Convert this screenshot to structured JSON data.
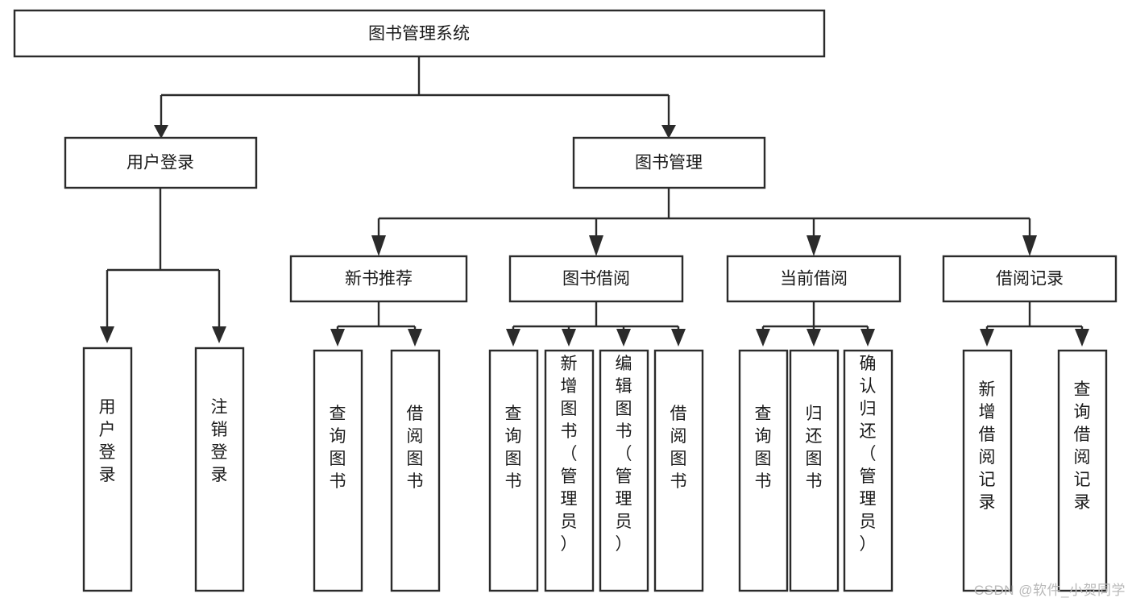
{
  "diagram": {
    "title": "图书管理系统",
    "type": "tree",
    "orientation": "top-down",
    "colors": {
      "box_stroke": "#2b2b2b",
      "box_fill": "#ffffff",
      "connector": "#2b2b2b",
      "text": "#1a1a1a",
      "watermark": "#b9b9b9",
      "background": "#ffffff"
    },
    "root": {
      "label": "图书管理系统"
    },
    "level2": [
      {
        "id": "user-login",
        "label": "用户登录"
      },
      {
        "id": "book-manage",
        "label": "图书管理"
      }
    ],
    "level3": [
      {
        "id": "new-book-recommend",
        "label": "新书推荐",
        "parent": "book-manage"
      },
      {
        "id": "book-borrow",
        "label": "图书借阅",
        "parent": "book-manage"
      },
      {
        "id": "current-borrow",
        "label": "当前借阅",
        "parent": "book-manage"
      },
      {
        "id": "borrow-record",
        "label": "借阅记录",
        "parent": "book-manage"
      }
    ],
    "leaves": {
      "user-login": [
        {
          "id": "leaf-user-login",
          "label": "用户登录"
        },
        {
          "id": "leaf-logout",
          "label": "注销登录"
        }
      ],
      "new-book-recommend": [
        {
          "id": "leaf-query-book-1",
          "label": "查询图书"
        },
        {
          "id": "leaf-borrow-book-1",
          "label": "借阅图书"
        }
      ],
      "book-borrow": [
        {
          "id": "leaf-query-book-2",
          "label": "查询图书"
        },
        {
          "id": "leaf-add-book",
          "label": "新增图书（管理员）"
        },
        {
          "id": "leaf-edit-book",
          "label": "编辑图书（管理员）"
        },
        {
          "id": "leaf-borrow-book-2",
          "label": "借阅图书"
        }
      ],
      "current-borrow": [
        {
          "id": "leaf-query-book-3",
          "label": "查询图书"
        },
        {
          "id": "leaf-return-book",
          "label": "归还图书"
        },
        {
          "id": "leaf-confirm-return",
          "label": "确认归还（管理员）"
        }
      ],
      "borrow-record": [
        {
          "id": "leaf-add-record",
          "label": "新增借阅记录"
        },
        {
          "id": "leaf-query-record",
          "label": "查询借阅记录"
        }
      ]
    }
  },
  "watermark": {
    "text": "CSDN @软件_小贺同学"
  }
}
